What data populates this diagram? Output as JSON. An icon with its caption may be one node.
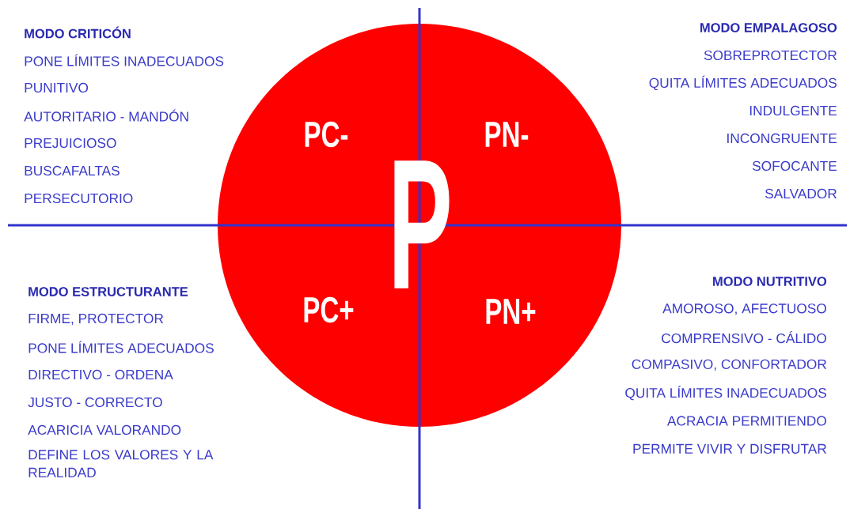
{
  "diagram": {
    "nodes": [
      {
        "text": [
          "P",
          "PC-",
          "PN-",
          "PC+",
          "PN+"
        ]
      }
    ],
    "labels": [
      "MODO CRITICÓN",
      "PONE LÍMITES INADECUADOS",
      "PUNITIVO",
      "AUTORITARIO - MANDÓN",
      "PREJUICIOSO",
      "BUSCAFALTAS",
      "PERSECUTORIO",
      "MODO EMPALAGOSO",
      "SOBREPROTECTOR",
      "QUITA LÍMITES ADECUADOS",
      "INDULGENTE",
      "INCONGRUENTE",
      "SOFOCANTE",
      "SALVADOR",
      "MODO ESTRUCTURANTE",
      "FIRME, PROTECTOR",
      "PONE LÍMITES ADECUADOS",
      "DIRECTIVO - ORDENA",
      "JUSTO - CORRECTO",
      "ACARICIA VALORANDO",
      "DEFINE LOS VALORES Y LA REALIDAD",
      "MODO NUTRITIVO",
      "AMOROSO, AFECTUOSO",
      "COMPRENSIVO - CÁLIDO",
      "COMPASIVO, CONFORTADOR",
      "QUITA LÍMITES INADECUADOS",
      "ACRACIA PERMITIENDO",
      "PERMITE VIVIR Y DISFRUTAR"
    ]
  }
}
